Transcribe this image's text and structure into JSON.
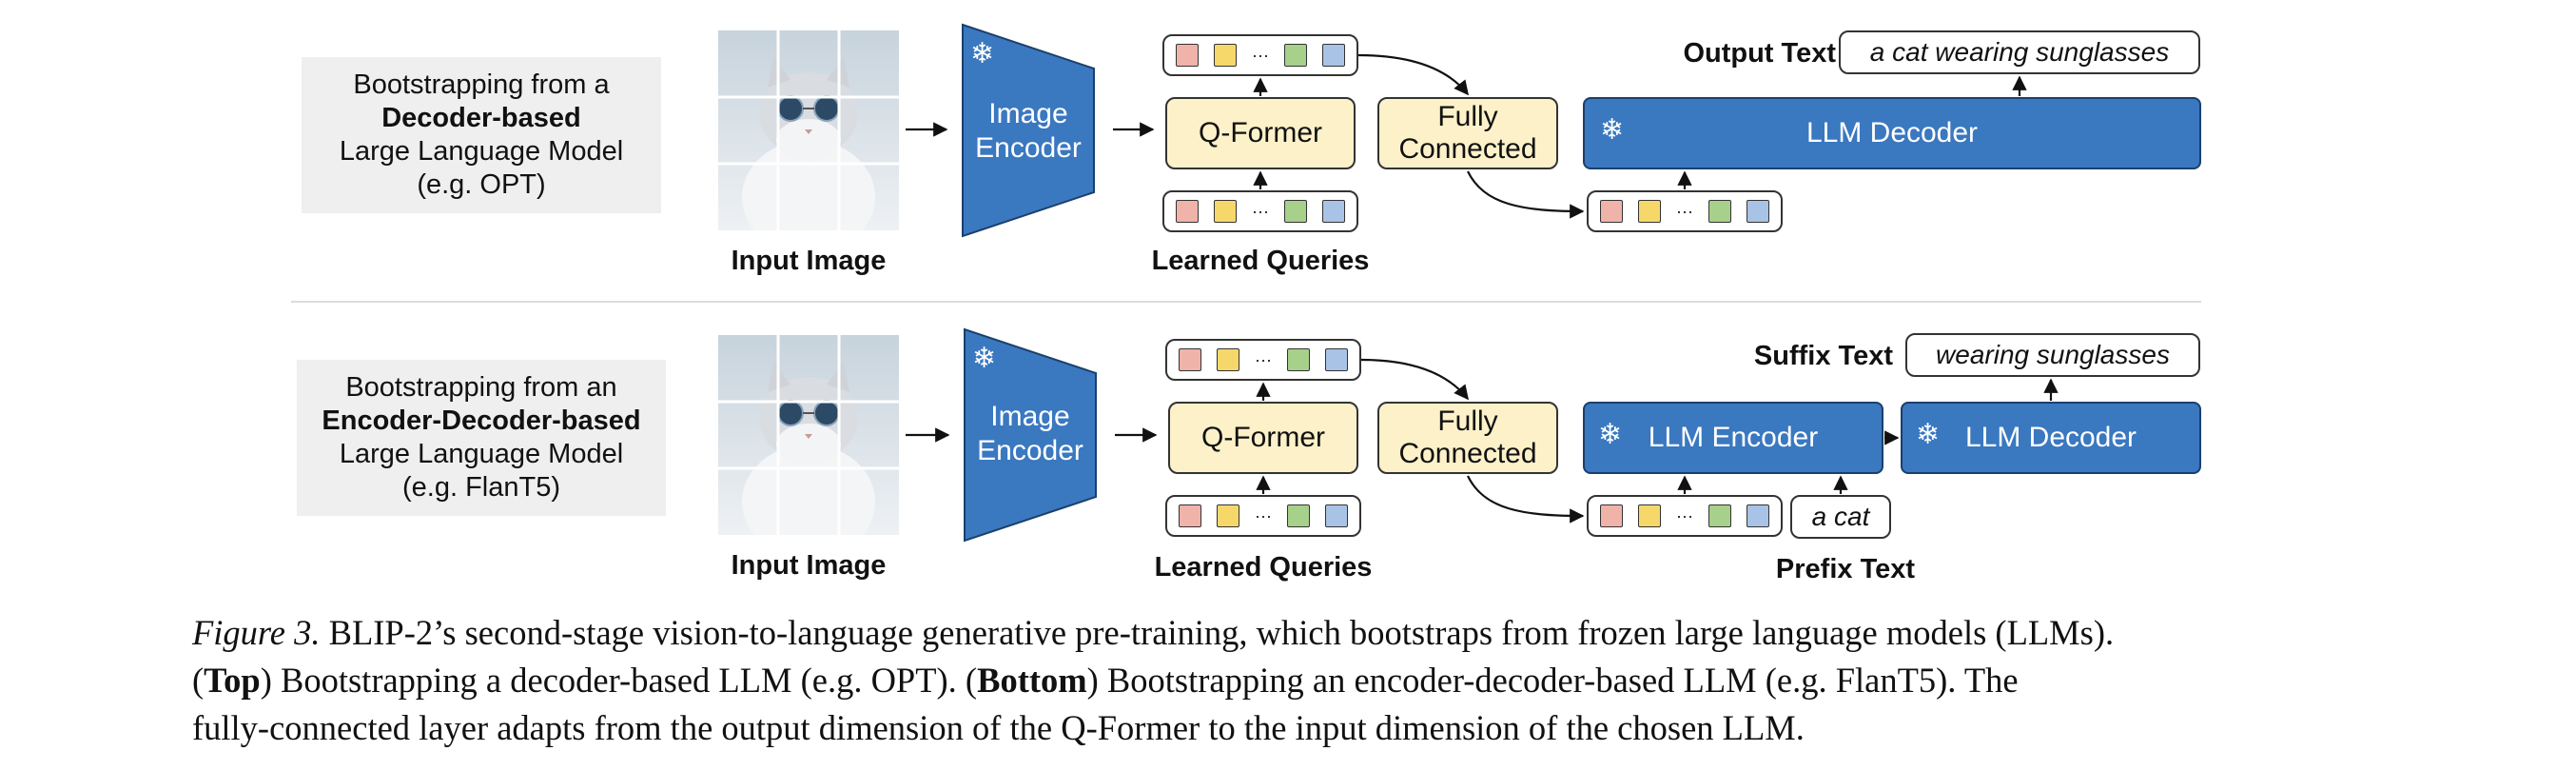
{
  "top": {
    "side_lines": [
      "Bootstrapping from a",
      "Decoder-based",
      "Large Language Model",
      "(e.g. OPT)"
    ],
    "input_image_label": "Input Image",
    "image_encoder": [
      "Image",
      "Encoder"
    ],
    "qformer": "Q-Former",
    "learned_queries": "Learned Queries",
    "fully_connected": [
      "Fully",
      "Connected"
    ],
    "output_text_label": "Output Text",
    "output_text_value": "a cat wearing sunglasses",
    "llm_decoder": "LLM Decoder",
    "token_dots": "···"
  },
  "bottom": {
    "side_lines": [
      "Bootstrapping from an",
      "Encoder-Decoder-based",
      "Large Language Model",
      "(e.g. FlanT5)"
    ],
    "input_image_label": "Input Image",
    "image_encoder": [
      "Image",
      "Encoder"
    ],
    "qformer": "Q-Former",
    "learned_queries": "Learned Queries",
    "fully_connected": [
      "Fully",
      "Connected"
    ],
    "suffix_text_label": "Suffix Text",
    "suffix_text_value": "wearing sunglasses",
    "llm_encoder": "LLM Encoder",
    "llm_decoder": "LLM Decoder",
    "prefix_text_value": "a cat",
    "prefix_text_label": "Prefix Text",
    "token_dots": "···"
  },
  "icons": {
    "frozen": "snowflake-icon",
    "image": "cat-with-sunglasses-image"
  },
  "caption": {
    "fig_label": "Figure 3.",
    "line1_rest": " BLIP-2’s second-stage vision-to-language generative pre-training, which bootstraps from frozen large language models (LLMs).",
    "line2_open": "(",
    "top_bold": "Top",
    "line2_mid": ") Bootstrapping a decoder-based LLM (e.g. OPT). (",
    "bottom_bold": "Bottom",
    "line2_end": ") Bootstrapping an encoder-decoder-based LLM (e.g. FlanT5). The",
    "line3": "fully-connected layer adapts from the output dimension of the Q-Former to the input dimension of the chosen LLM."
  },
  "colors": {
    "llm_blue": "#3a78c0",
    "qformer_yellow": "#fdf1c9",
    "side_box_gray": "#efefef",
    "token_red": "#efb3aa",
    "token_yellow": "#f6d86a",
    "token_green": "#a7d08a",
    "token_blue": "#a9c3e6"
  }
}
